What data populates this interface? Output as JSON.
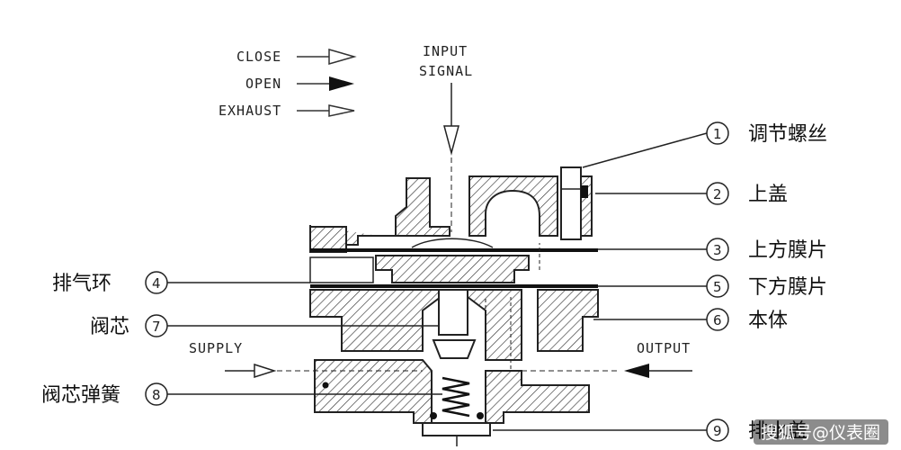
{
  "legend": {
    "close": "CLOSE",
    "open": "OPEN",
    "exhaust": "EXHAUST"
  },
  "input_signal": [
    "INPUT",
    "SIGNAL"
  ],
  "supply": "SUPPLY",
  "output": "OUTPUT",
  "parts": [
    {
      "no": "1",
      "name": "调节螺丝"
    },
    {
      "no": "2",
      "name": "上盖"
    },
    {
      "no": "3",
      "name": "上方膜片"
    },
    {
      "no": "4",
      "name": "排气环"
    },
    {
      "no": "5",
      "name": "下方膜片"
    },
    {
      "no": "6",
      "name": "本体"
    },
    {
      "no": "7",
      "name": "阀芯"
    },
    {
      "no": "8",
      "name": "阀芯弹簧"
    },
    {
      "no": "9",
      "name": "排水盖"
    }
  ],
  "watermark": "搜狐号@仪表圈"
}
